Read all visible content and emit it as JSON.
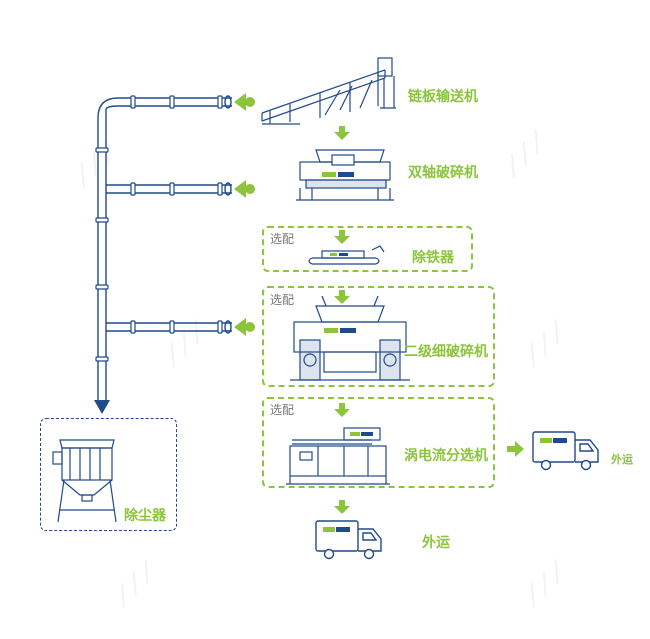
{
  "colors": {
    "green": "#8cc43c",
    "navy": "#1f4a8c",
    "gray": "#777777",
    "pipe_fill": "#ffffff"
  },
  "stages": {
    "chain_conveyor": {
      "label": "链板输送机"
    },
    "twin_shaft_shredder": {
      "label": "双轴破碎机"
    },
    "iron_remover": {
      "label": "除铁器",
      "option": "选配"
    },
    "secondary_crusher": {
      "label": "二级细破碎机",
      "option": "选配"
    },
    "eddy_current_separator": {
      "label": "涡电流分选机",
      "option": "选配"
    },
    "ship_out_side": {
      "label": "外运"
    },
    "ship_out_bottom": {
      "label": "外运"
    },
    "dust_collector": {
      "label": "除尘器"
    }
  },
  "icons": [
    "chain-conveyor-icon",
    "twin-shaft-shredder-icon",
    "magnetic-separator-icon",
    "fine-crusher-icon",
    "eddy-current-separator-icon",
    "truck-icon",
    "dust-collector-icon",
    "arrow-down-icon",
    "arrow-right-icon",
    "suction-nozzle-icon"
  ]
}
